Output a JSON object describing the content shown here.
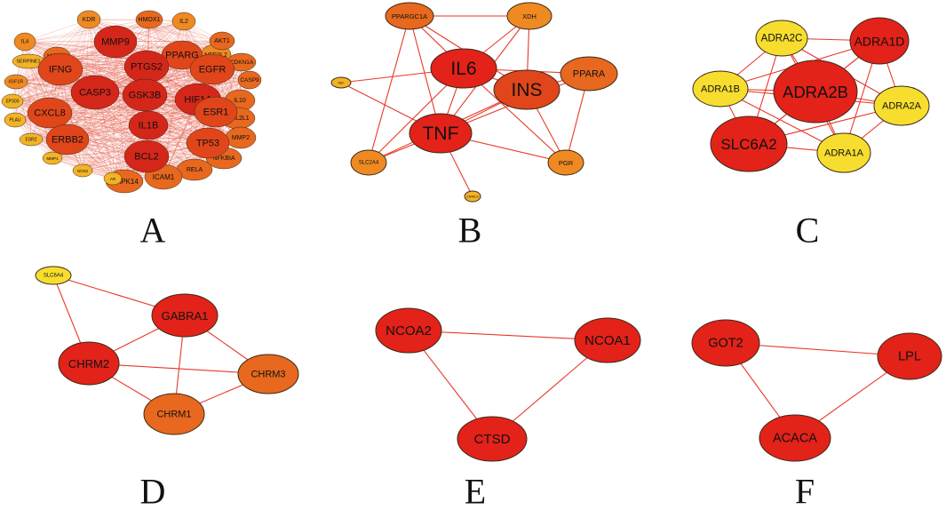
{
  "colors": {
    "edge": "#e8392b",
    "dense_edge": "#e0452f",
    "node_stroke": "#3a2a1a",
    "red": "#e32219",
    "dark_red": "#d5261a",
    "red_orange": "#e0461a",
    "orange": "#e7681e",
    "light_orange": "#ef8a22",
    "gold": "#f2b326",
    "yellow": "#f7de2e"
  },
  "panels": [
    {
      "label": "A",
      "nodes": [
        {
          "label": "KDR",
          "tier": "light_orange"
        },
        {
          "label": "HMOX1",
          "tier": "orange"
        },
        {
          "label": "IL2",
          "tier": "light_orange"
        },
        {
          "label": "MMP9",
          "tier": "dark_red"
        },
        {
          "label": "MAPK1",
          "tier": "orange"
        },
        {
          "label": "NFE2L2",
          "tier": "light_orange"
        },
        {
          "label": "IL4",
          "tier": "light_orange"
        },
        {
          "label": "PPARG",
          "tier": "red_orange"
        },
        {
          "label": "AKT1",
          "tier": "orange"
        },
        {
          "label": "PTGS2",
          "tier": "dark_red"
        },
        {
          "label": "SERPINE1",
          "tier": "gold"
        },
        {
          "label": "IFNG",
          "tier": "red_orange"
        },
        {
          "label": "EGFR",
          "tier": "red_orange"
        },
        {
          "label": "CDKN1A",
          "tier": "orange"
        },
        {
          "label": "CASP3",
          "tier": "dark_red"
        },
        {
          "label": "GSK3B",
          "tier": "dark_red"
        },
        {
          "label": "HIF1A",
          "tier": "dark_red"
        },
        {
          "label": "IGF1R",
          "tier": "light_orange"
        },
        {
          "label": "CASP9",
          "tier": "orange"
        },
        {
          "label": "IL10",
          "tier": "orange"
        },
        {
          "label": "EP300",
          "tier": "gold"
        },
        {
          "label": "CXCL8",
          "tier": "red_orange"
        },
        {
          "label": "ESR1",
          "tier": "red_orange"
        },
        {
          "label": "IL1B",
          "tier": "dark_red"
        },
        {
          "label": "PLAU",
          "tier": "gold"
        },
        {
          "label": "BCL2L1",
          "tier": "orange"
        },
        {
          "label": "ESR2",
          "tier": "gold"
        },
        {
          "label": "ERBB2",
          "tier": "red_orange"
        },
        {
          "label": "TP53",
          "tier": "red_orange"
        },
        {
          "label": "MMP2",
          "tier": "orange"
        },
        {
          "label": "MMP1",
          "tier": "gold"
        },
        {
          "label": "BCL2",
          "tier": "dark_red"
        },
        {
          "label": "NFKBIA",
          "tier": "orange"
        },
        {
          "label": "NOS2",
          "tier": "gold"
        },
        {
          "label": "RELA",
          "tier": "orange"
        },
        {
          "label": "ICAM1",
          "tier": "orange"
        },
        {
          "label": "AR",
          "tier": "gold"
        },
        {
          "label": "MAPK14",
          "tier": "orange"
        }
      ]
    },
    {
      "label": "B",
      "nodes": [
        {
          "label": "PPARGC1A",
          "tier": "orange"
        },
        {
          "label": "XDH",
          "tier": "light_orange"
        },
        {
          "label": "IL6",
          "tier": "red"
        },
        {
          "label": "PPARA",
          "tier": "orange"
        },
        {
          "label": "INS",
          "tier": "red_orange"
        },
        {
          "label": "NEF",
          "tier": "gold"
        },
        {
          "label": "TNF",
          "tier": "red"
        },
        {
          "label": "SLC2A4",
          "tier": "light_orange"
        },
        {
          "label": "PGR",
          "tier": "light_orange"
        },
        {
          "label": "CD40LG",
          "tier": "gold"
        }
      ],
      "edges": [
        [
          0,
          1
        ],
        [
          0,
          2
        ],
        [
          0,
          4
        ],
        [
          0,
          6
        ],
        [
          0,
          7
        ],
        [
          1,
          2
        ],
        [
          1,
          4
        ],
        [
          1,
          6
        ],
        [
          2,
          3
        ],
        [
          2,
          4
        ],
        [
          2,
          5
        ],
        [
          2,
          6
        ],
        [
          2,
          7
        ],
        [
          2,
          8
        ],
        [
          3,
          4
        ],
        [
          3,
          6
        ],
        [
          3,
          8
        ],
        [
          4,
          6
        ],
        [
          4,
          7
        ],
        [
          4,
          8
        ],
        [
          5,
          6
        ],
        [
          6,
          7
        ],
        [
          6,
          8
        ],
        [
          6,
          9
        ]
      ]
    },
    {
      "label": "C",
      "nodes": [
        {
          "label": "ADRA2C",
          "tier": "yellow"
        },
        {
          "label": "ADRA1D",
          "tier": "red"
        },
        {
          "label": "ADRA1B",
          "tier": "yellow"
        },
        {
          "label": "ADRA2B",
          "tier": "red"
        },
        {
          "label": "ADRA2A",
          "tier": "yellow"
        },
        {
          "label": "SLC6A2",
          "tier": "red"
        },
        {
          "label": "ADRA1A",
          "tier": "yellow"
        }
      ],
      "edges": [
        [
          0,
          1
        ],
        [
          0,
          2
        ],
        [
          0,
          3
        ],
        [
          0,
          4
        ],
        [
          0,
          5
        ],
        [
          0,
          6
        ],
        [
          1,
          2
        ],
        [
          1,
          3
        ],
        [
          1,
          4
        ],
        [
          1,
          5
        ],
        [
          1,
          6
        ],
        [
          2,
          3
        ],
        [
          2,
          4
        ],
        [
          2,
          5
        ],
        [
          2,
          6
        ],
        [
          3,
          4
        ],
        [
          3,
          5
        ],
        [
          3,
          6
        ],
        [
          4,
          5
        ],
        [
          4,
          6
        ],
        [
          5,
          6
        ]
      ]
    },
    {
      "label": "D",
      "nodes": [
        {
          "label": "SLC6A4",
          "tier": "yellow"
        },
        {
          "label": "GABRA1",
          "tier": "red"
        },
        {
          "label": "CHRM2",
          "tier": "red"
        },
        {
          "label": "CHRM3",
          "tier": "orange"
        },
        {
          "label": "CHRM1",
          "tier": "orange"
        }
      ],
      "edges": [
        [
          0,
          1
        ],
        [
          0,
          2
        ],
        [
          1,
          2
        ],
        [
          1,
          3
        ],
        [
          1,
          4
        ],
        [
          2,
          3
        ],
        [
          2,
          4
        ],
        [
          3,
          4
        ]
      ]
    },
    {
      "label": "E",
      "nodes": [
        {
          "label": "NCOA2",
          "tier": "red"
        },
        {
          "label": "NCOA1",
          "tier": "red"
        },
        {
          "label": "CTSD",
          "tier": "red"
        }
      ],
      "edges": [
        [
          0,
          1
        ],
        [
          0,
          2
        ],
        [
          1,
          2
        ]
      ]
    },
    {
      "label": "F",
      "nodes": [
        {
          "label": "GOT2",
          "tier": "red"
        },
        {
          "label": "LPL",
          "tier": "red"
        },
        {
          "label": "ACACA",
          "tier": "red"
        }
      ],
      "edges": [
        [
          0,
          1
        ],
        [
          0,
          2
        ],
        [
          1,
          2
        ]
      ]
    }
  ]
}
